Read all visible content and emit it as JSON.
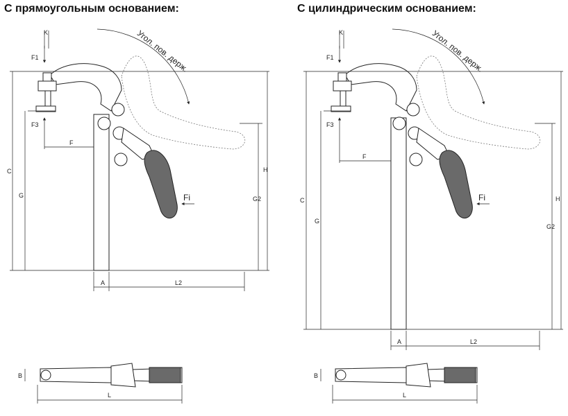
{
  "titles": {
    "left": "С прямоугольным основанием:",
    "right": "С цилиндрическим основанием:"
  },
  "labels": {
    "angle": "Угол. пов. держ.",
    "K": "K",
    "F1": "F1",
    "F3": "F3",
    "F": "F",
    "C": "C",
    "G": "G",
    "G2": "G2",
    "H": "H",
    "A": "A",
    "L2": "L2",
    "Fi": "Fi",
    "B": "B",
    "L": "L"
  }
}
